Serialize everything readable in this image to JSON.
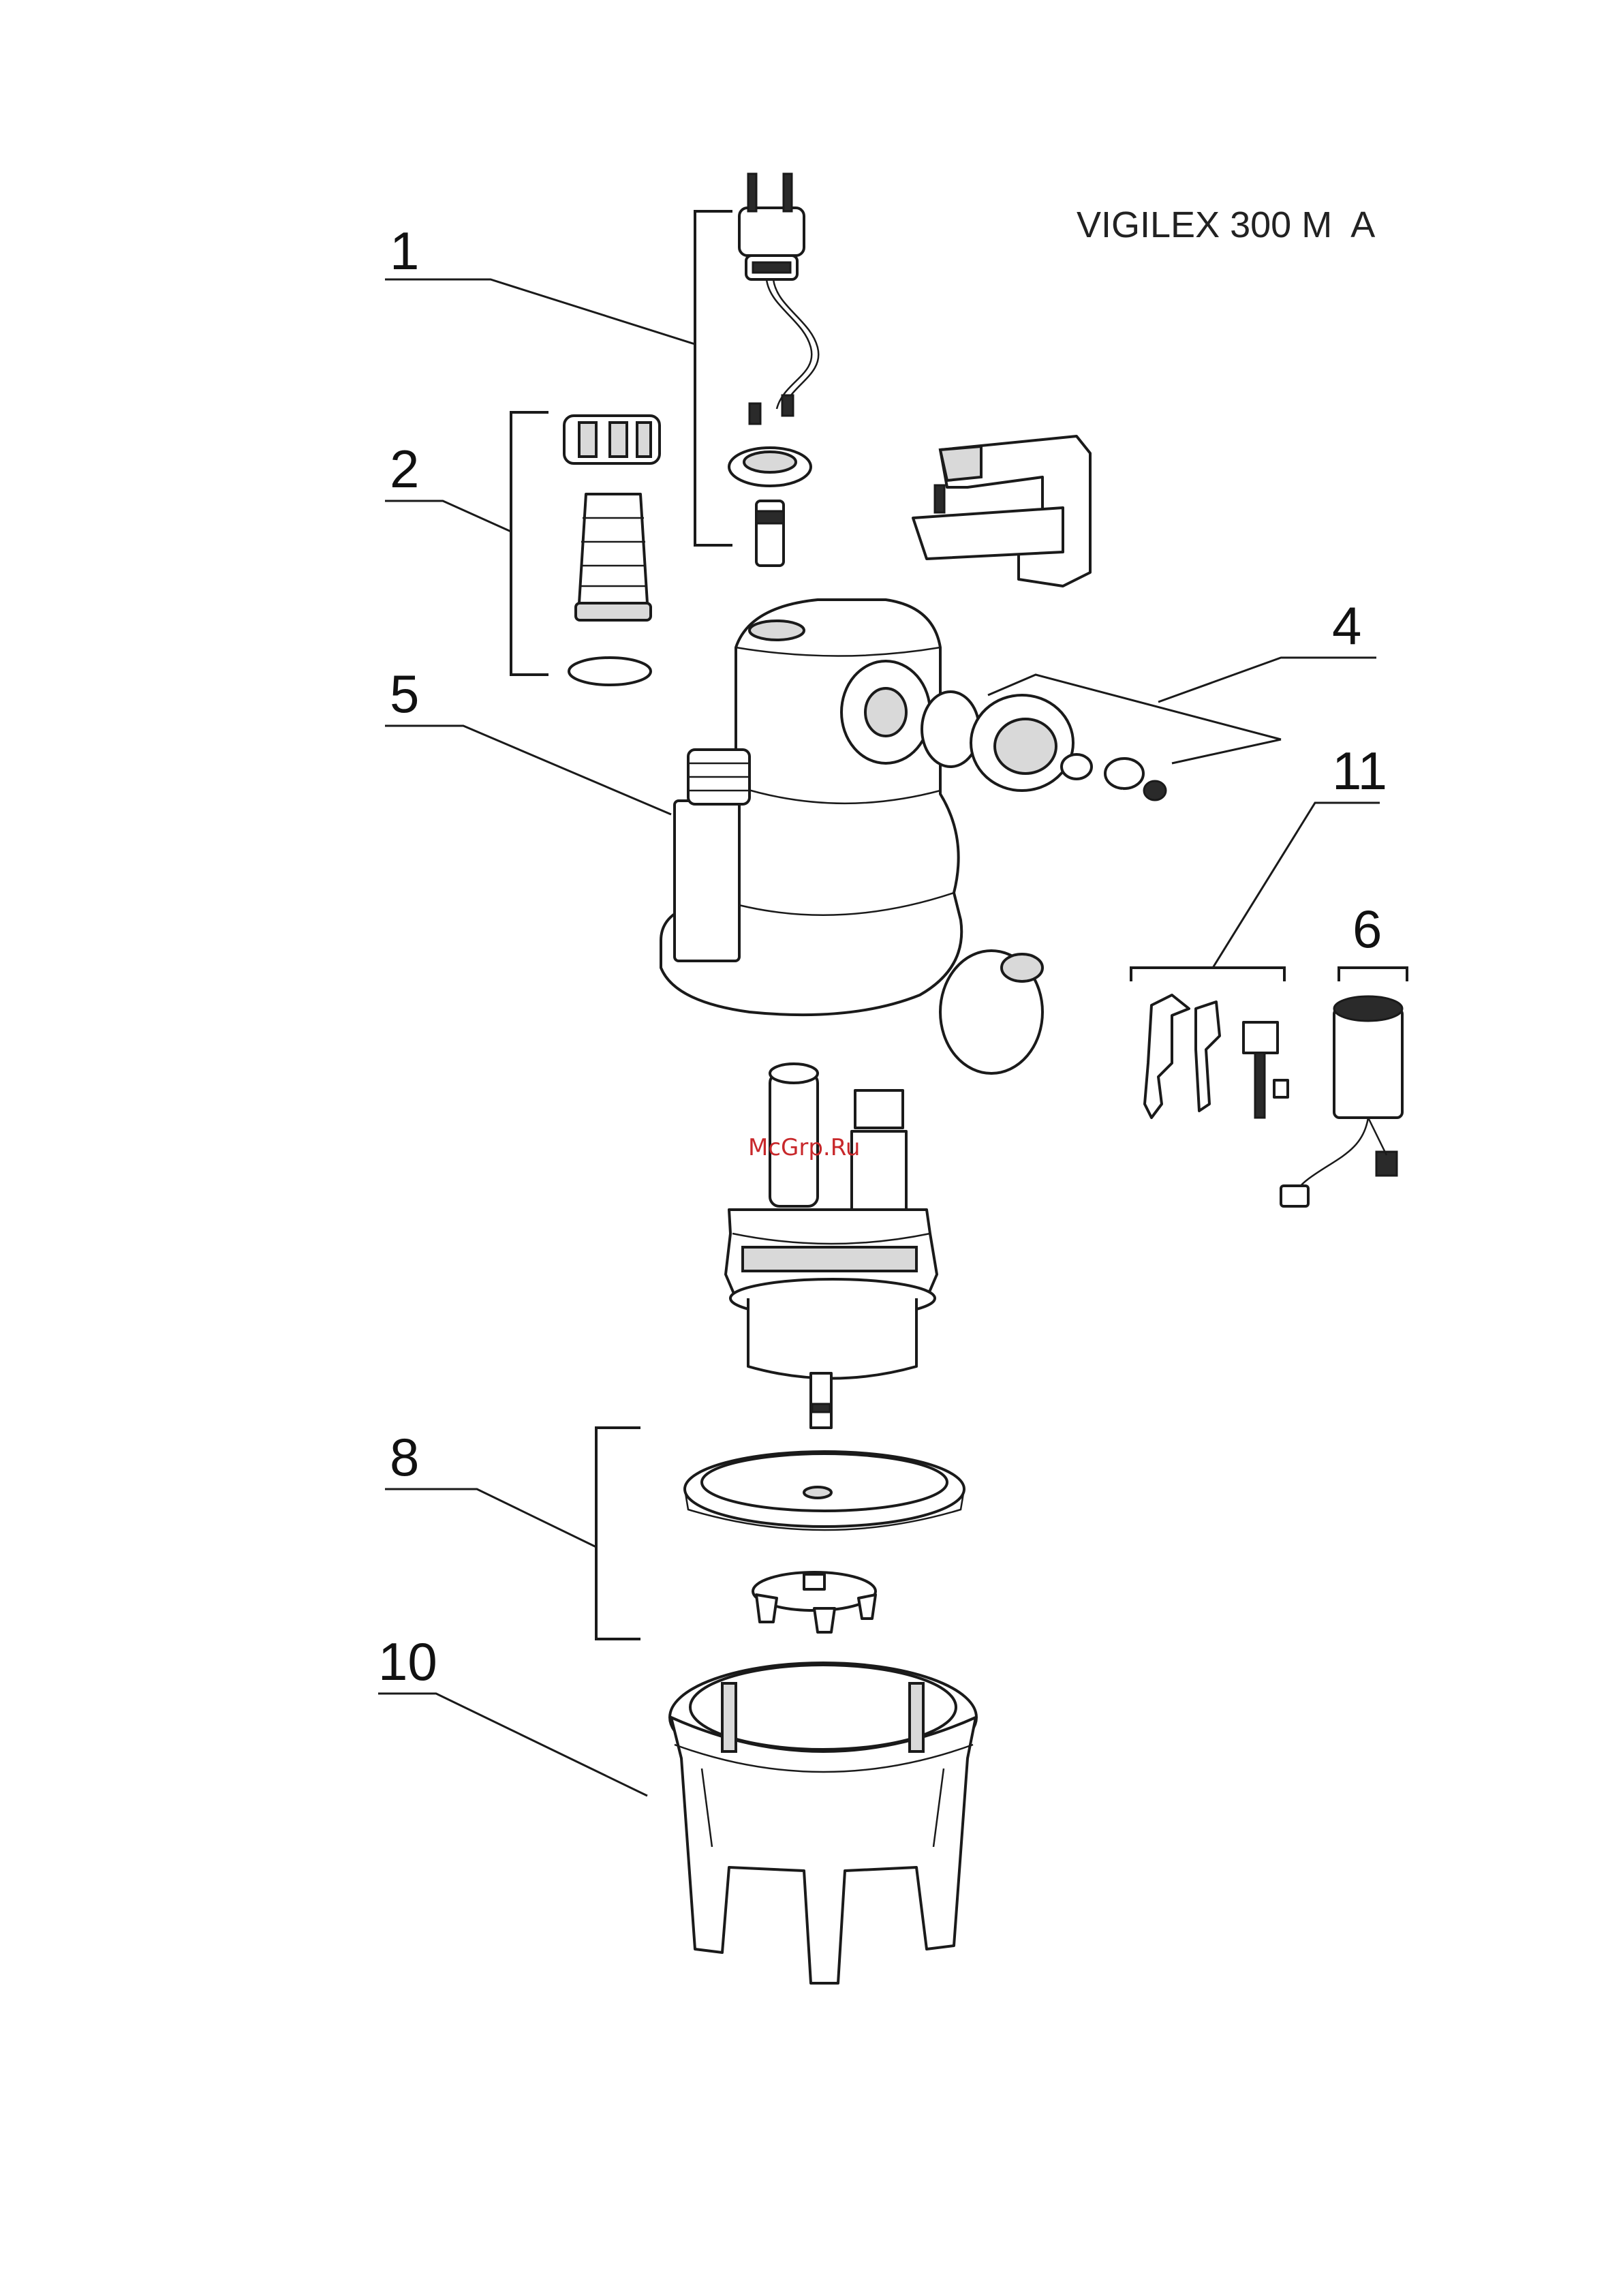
{
  "title": "VIGILEX 300 M  A",
  "watermark": "McGrp.Ru",
  "callouts": [
    "1",
    "2",
    "4",
    "5",
    "11",
    "6",
    "8",
    "10"
  ],
  "colors": {
    "ink": "#1a1a1a",
    "watermark": "#c8282b",
    "background": "#ffffff"
  }
}
